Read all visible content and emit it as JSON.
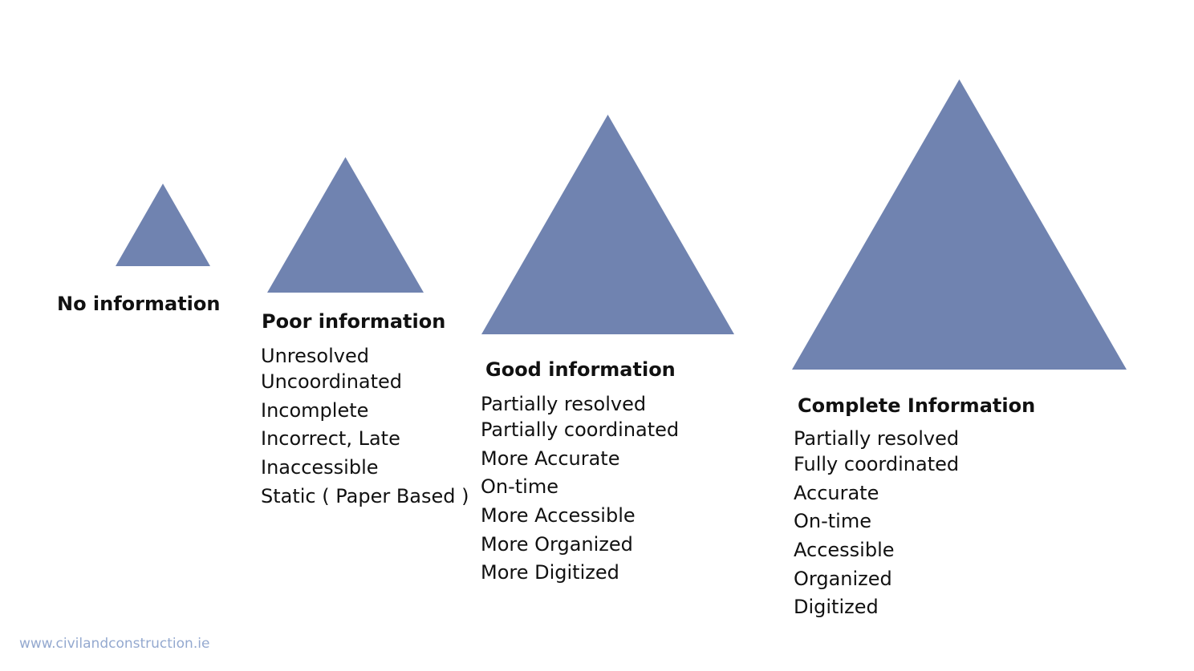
{
  "stages": [
    {
      "heading": "No information",
      "items": []
    },
    {
      "heading": "Poor information",
      "items": [
        "Unresolved",
        "Uncoordinated",
        "Incomplete",
        "Incorrect, Late",
        "Inaccessible",
        "Static ( Paper Based )"
      ]
    },
    {
      "heading": "Good information",
      "items": [
        "Partially resolved",
        "Partially coordinated",
        "More Accurate",
        "On-time",
        "More Accessible",
        "More Organized",
        "More Digitized"
      ]
    },
    {
      "heading": "Complete Information",
      "items": [
        "Partially resolved",
        "Fully coordinated",
        "Accurate",
        "On-time",
        "Accessible",
        "Organized",
        "Digitized"
      ]
    }
  ],
  "footer": {
    "source": "www.civilandconstruction.ie"
  },
  "colors": {
    "triangle": "#7083b0",
    "footer_text": "#94a9cf"
  }
}
